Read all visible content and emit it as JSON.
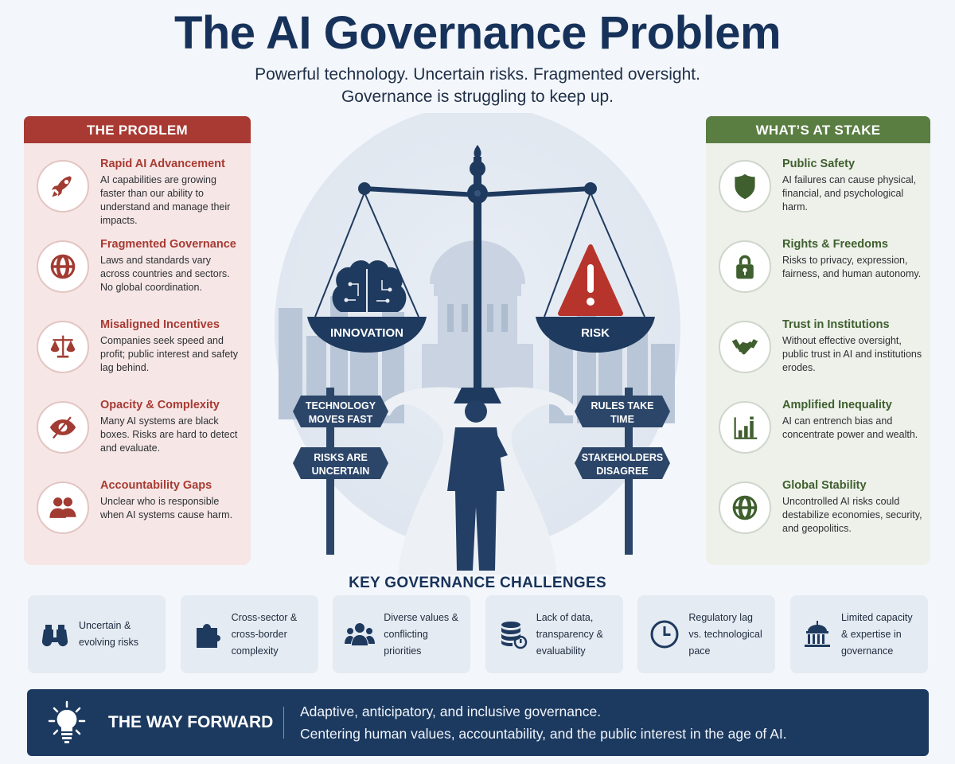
{
  "header": {
    "title": "The AI Governance Problem",
    "subtitle_line1": "Powerful technology. Uncertain risks. Fragmented oversight.",
    "subtitle_line2": "Governance is struggling to keep up."
  },
  "problem": {
    "heading": "THE PROBLEM",
    "accent_color": "#a83a33",
    "items": [
      {
        "icon": "rocket-icon",
        "title": "Rapid AI Advancement",
        "desc": "AI capabilities are growing faster than our ability to understand and manage their impacts."
      },
      {
        "icon": "globe-icon",
        "title": "Fragmented Governance",
        "desc": "Laws and standards vary across countries and sectors. No global coordination."
      },
      {
        "icon": "scales-icon",
        "title": "Misaligned Incentives",
        "desc": "Companies seek speed and profit; public interest and safety lag behind."
      },
      {
        "icon": "eye-slash-icon",
        "title": "Opacity & Complexity",
        "desc": "Many AI systems are black boxes. Risks are hard to detect and evaluate."
      },
      {
        "icon": "people-icon",
        "title": "Accountability Gaps",
        "desc": "Unclear who is responsible when AI systems cause harm."
      }
    ]
  },
  "stake": {
    "heading": "WHAT’S AT STAKE",
    "accent_color": "#5a7d42",
    "items": [
      {
        "icon": "shield-icon",
        "title": "Public Safety",
        "desc": "AI failures can cause physical, financial, and psychological harm."
      },
      {
        "icon": "lock-icon",
        "title": "Rights & Freedoms",
        "desc": "Risks to privacy, expression, fairness, and human autonomy."
      },
      {
        "icon": "handshake-icon",
        "title": "Trust in Institutions",
        "desc": "Without effective oversight, public trust in AI and institutions erodes."
      },
      {
        "icon": "bar-chart-icon",
        "title": "Amplified Inequality",
        "desc": "AI can entrench bias and concentrate power and wealth."
      },
      {
        "icon": "globe-icon",
        "title": "Global Stability",
        "desc": "Uncontrolled AI risks could destabilize economies, security, and geopolitics."
      }
    ]
  },
  "scene": {
    "left_pan_label": "INNOVATION",
    "right_pan_label": "RISK",
    "signs_left": [
      "TECHNOLOGY",
      "MOVES FAST",
      "RISKS ARE",
      "UNCERTAIN"
    ],
    "signs_right": [
      "RULES TAKE",
      "TIME",
      "STAKEHOLDERS",
      "DISAGREE"
    ],
    "risk_color": "#b7342c"
  },
  "challenges": {
    "heading": "KEY GOVERNANCE CHALLENGES",
    "items": [
      {
        "icon": "binoculars-icon",
        "label": "Uncertain & evolving risks"
      },
      {
        "icon": "puzzle-icon",
        "label": "Cross-sector & cross-border complexity"
      },
      {
        "icon": "group-icon",
        "label": "Diverse values & conflicting priorities"
      },
      {
        "icon": "database-icon",
        "label": "Lack of data, transparency & evaluability"
      },
      {
        "icon": "clock-icon",
        "label": "Regulatory lag vs. technological pace"
      },
      {
        "icon": "capitol-icon",
        "label": "Limited capacity & expertise in governance"
      }
    ]
  },
  "footer": {
    "title": "THE WAY FORWARD",
    "line1": "Adaptive, anticipatory, and inclusive governance.",
    "line2": "Centering human values, accountability, and the public interest in the age of AI.",
    "background": "#1c3a60"
  }
}
